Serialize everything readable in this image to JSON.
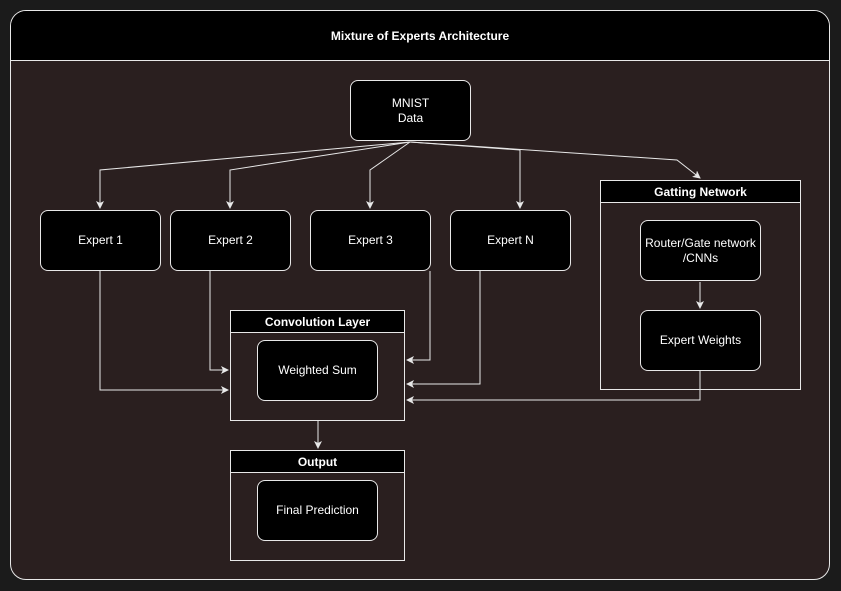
{
  "diagram": {
    "title": "Mixture of Experts Architecture",
    "input": "MNIST\nData",
    "experts": [
      "Expert 1",
      "Expert 2",
      "Expert 3",
      "Expert N"
    ],
    "gating": {
      "title": "Gatting Network",
      "router": "Router/Gate network\n/CNNs",
      "weights": "Expert Weights"
    },
    "convolution": {
      "title": "Convolution Layer",
      "node": "Weighted Sum"
    },
    "output": {
      "title": "Output",
      "node": "Final Prediction"
    },
    "colors": {
      "background": "#2a1f1f",
      "node_fill": "#000000",
      "stroke": "#e8e8e8",
      "text": "#ffffff"
    }
  }
}
